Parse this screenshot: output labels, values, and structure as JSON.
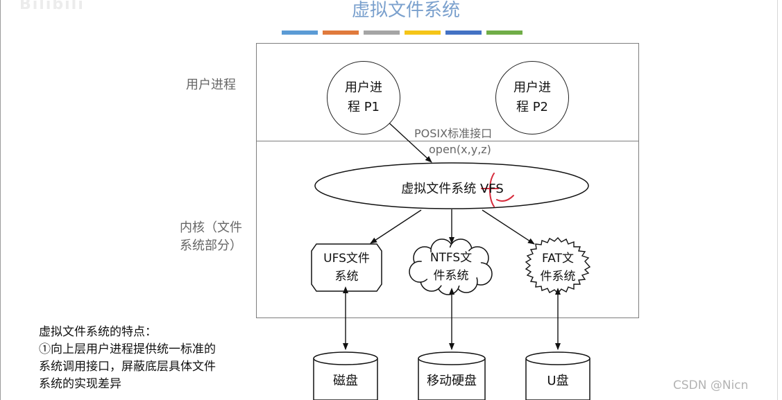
{
  "title": "虚拟文件系统",
  "watermark": "Bilibili",
  "color_bars": [
    "#5b9bd5",
    "#e07a3c",
    "#a5a5a5",
    "#f5c518",
    "#4472c4",
    "#70ad47"
  ],
  "regions": {
    "user": "用户进程",
    "kernel_line1": "内核（文件",
    "kernel_line2": "系统部分）"
  },
  "processes": [
    {
      "line1": "用户进",
      "line2": "程 P1"
    },
    {
      "line1": "用户进",
      "line2": "程 P2"
    }
  ],
  "interface": {
    "label": "POSIX标准接口",
    "call": "open(x,y,z)"
  },
  "vfs": {
    "label": "虚拟文件系统 VFS"
  },
  "filesystems": [
    {
      "line1": "UFS文件",
      "line2": "系统"
    },
    {
      "line1": "NTFS文",
      "line2": "件系统"
    },
    {
      "line1": "FAT文",
      "line2": "件系统"
    }
  ],
  "devices": [
    "磁盘",
    "移动硬盘",
    "U盘"
  ],
  "notes": {
    "heading": "虚拟文件系统的特点：",
    "lines": [
      "①向上层用户进程提供统一标准的",
      "系统调用接口，屏蔽底层具体文件",
      "系统的实现差异"
    ]
  },
  "credit": "CSDN @Nicn",
  "annotation_color": "#d62c3c"
}
